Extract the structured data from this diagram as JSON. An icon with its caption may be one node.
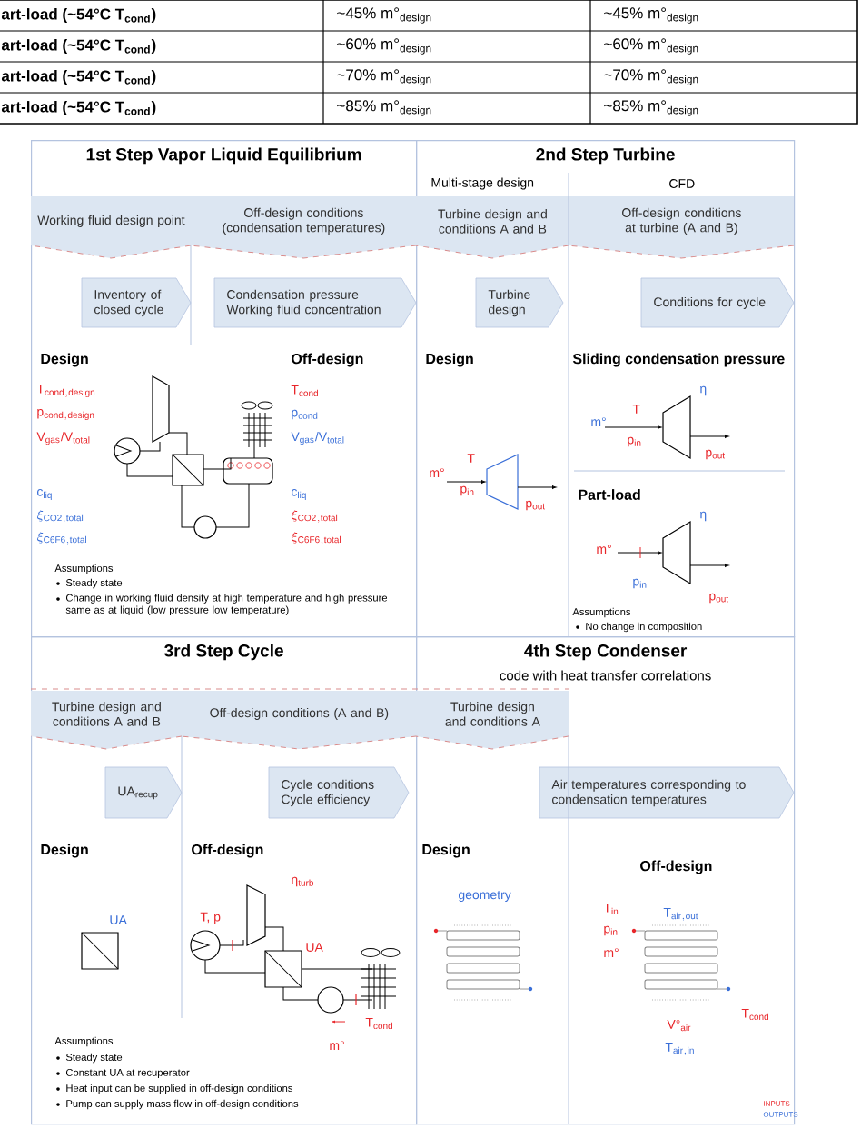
{
  "diagram": {
    "nodes": [
      {
        "text": [
          "1st Step Vapor Liquid Equilibrium"
        ]
      },
      {
        "text": [
          "2nd Step Turbine"
        ]
      },
      {
        "text": [
          "Working fluid design point"
        ],
        "in": 0
      },
      {
        "text": [
          "Off-design conditions (condensation temperatures)"
        ],
        "in": 0
      },
      {
        "text": [
          "Turbine design and conditions A and B"
        ],
        "in": 1
      },
      {
        "text": [
          "Off-design conditions at turbine (A and B)"
        ],
        "in": 1
      },
      {
        "text": [
          "Inventory of closed cycle"
        ],
        "in": 0
      },
      {
        "text": [
          "Condensation pressure Working fluid concentration"
        ],
        "in": 0
      },
      {
        "text": [
          "Turbine design"
        ],
        "in": 1
      },
      {
        "text": [
          "Conditions for cycle"
        ],
        "in": 1
      },
      {
        "text": [
          "3rd Step Cycle"
        ]
      },
      {
        "text": [
          "4th Step Condenser",
          "code with heat transfer correlations"
        ]
      },
      {
        "text": [
          "Turbine design and conditions A and B"
        ],
        "in": 10
      },
      {
        "text": [
          "Off-design conditions (A and B)"
        ],
        "in": 10
      },
      {
        "text": [
          "Turbine design and conditions A"
        ],
        "in": 11
      },
      {
        "text": [
          "UA$_{recup}$"
        ],
        "in": 10
      },
      {
        "text": [
          "Cycle conditions Cycle efficiency"
        ],
        "in": 10
      },
      {
        "text": [
          "Air temperatures corresponding to condensation temperatures"
        ],
        "in": 11
      }
    ],
    "labels": [
      "art-load (~54°C T$_{cond}$)",
      "~45% m°$_{design}$",
      "~45% m°$_{design}$",
      "art-load (~54°C T$_{cond}$)",
      "~60% m°$_{design}$",
      "~60% m°$_{design}$",
      "art-load (~54°C T$_{cond}$)",
      "~70% m°$_{design}$",
      "~70% m°$_{design}$",
      "art-load (~54°C T$_{cond}$)",
      "~85% m°$_{design}$",
      "~85% m°$_{design}$",
      "Design",
      "Off-design",
      "\\mathrm{T}_{\\mathrm{cond,design}}",
      "\\mathrm{p}_{\\mathrm{cond,design}}",
      "V$_{gas}$/V$_{total}$",
      "T$_{cond}$",
      "p$_{cond}$",
      "V$_{gas}$/V$_{total}$",
      "c$_{liq}$",
      "\\xi_{\\mathrm{CO2,total}}",
      "\\xi_{\\mathrm{C6F6,total}}",
      "c$_{liq}$",
      "\\xi_{\\mathrm{CO2,total}}",
      "\\xi_{\\mathrm{C6F6,total}}",
      "Assumptions",
      "Steady state",
      "Change in working fluid density at high temperature and high pressure same as at liquid (low pressure low temperature)",
      "Multi-stage design",
      "CFD",
      "Design",
      "Sliding condensation pressure",
      "m°",
      "T",
      "p$_{in}$",
      "p$_{out}$",
      "η",
      "m°",
      "T",
      "p$_{in}$",
      "p$_{out}$",
      "Part-load",
      "η",
      "m°",
      "p$_{in}$",
      "p$_{out}$",
      "Assumptions",
      "No change in composition",
      "Design",
      "Off-design",
      "UA",
      "η$_{turb}$",
      "T, p",
      "UA",
      "T$_{cond}$",
      "m°",
      "Assumptions",
      "Steady state",
      "Constant UA at recuperator",
      "Heat input can be supplied in off-design conditions",
      "Pump can supply mass flow in off-design conditions",
      "Design",
      "geometry",
      "Off-design",
      "T$_{in}$",
      "p$_{in}$",
      "m°",
      "\\mathrm{T}_{\\mathrm{air,out}}",
      "V°$_{air}$",
      "T$_{cond}$",
      "\\mathrm{T}_{\\mathrm{air,in}}",
      "INPUTS",
      "OUTPUTS"
    ]
  }
}
